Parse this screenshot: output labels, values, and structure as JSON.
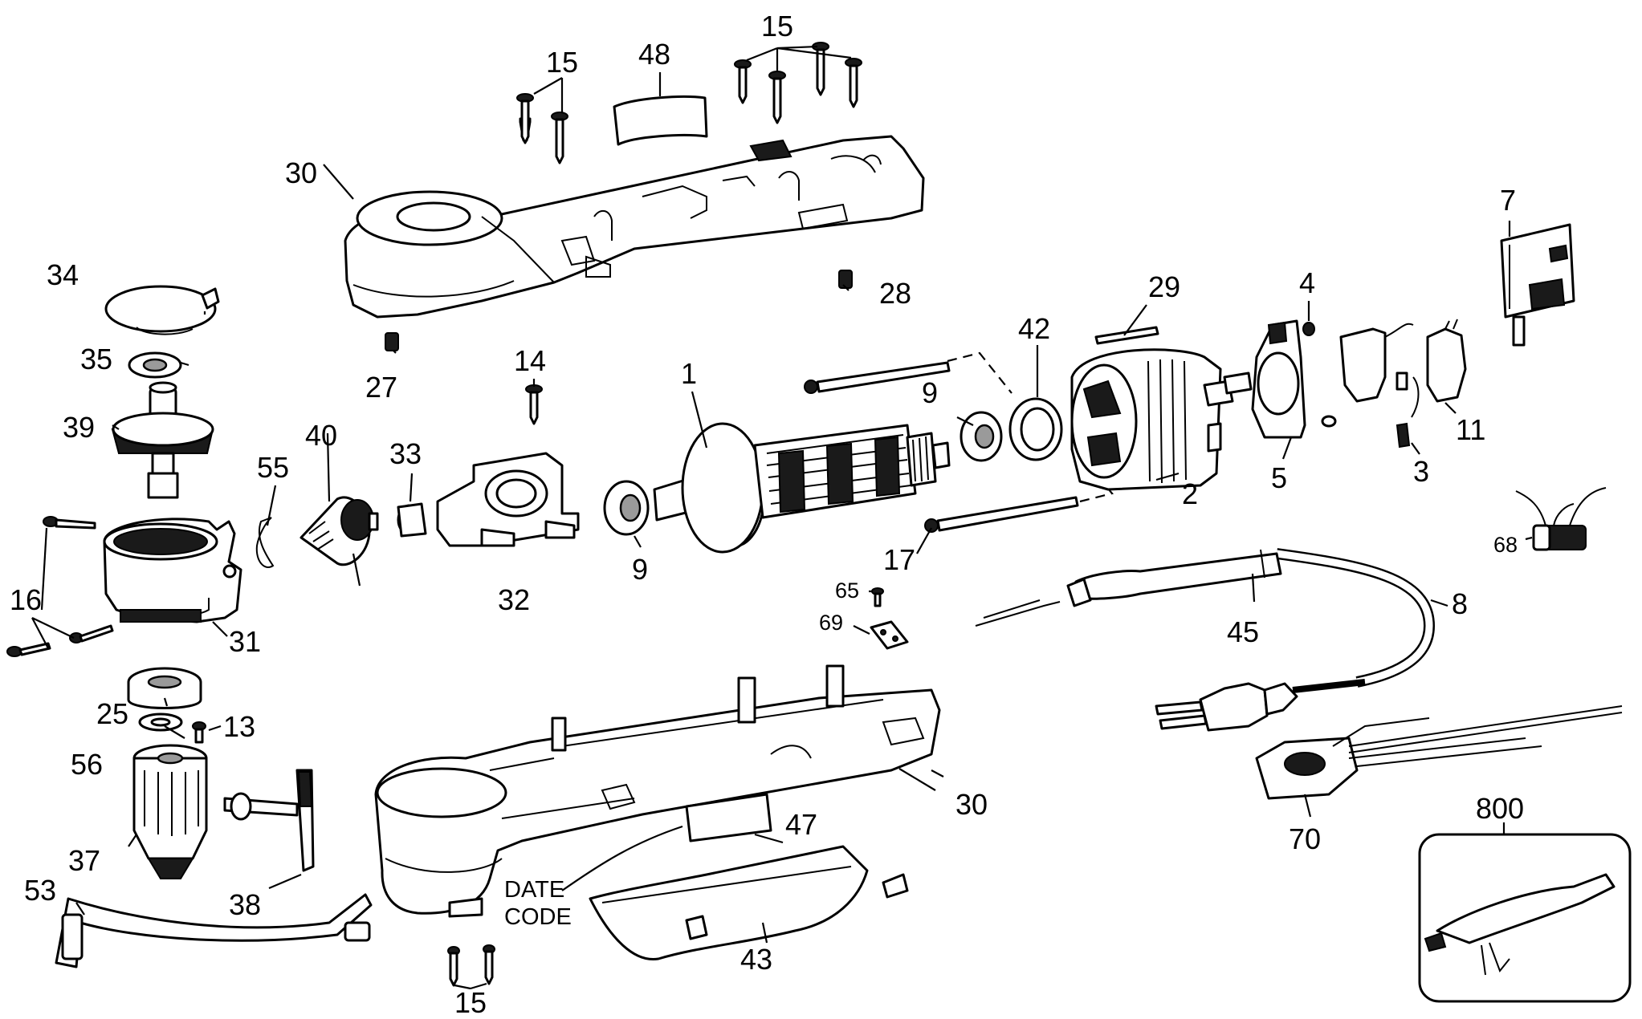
{
  "diagram": {
    "labels": {
      "l1": "1",
      "l2": "2",
      "l3": "3",
      "l4": "4",
      "l5": "5",
      "l7": "7",
      "l8": "8",
      "l9a": "9",
      "l9b": "9",
      "l11": "11",
      "l13": "13",
      "l14": "14",
      "l15a": "15",
      "l15b": "15",
      "l15c": "15",
      "l16": "16",
      "l17": "17",
      "l25": "25",
      "l27": "27",
      "l28": "28",
      "l29": "29",
      "l30a": "30",
      "l30b": "30",
      "l31": "31",
      "l32": "32",
      "l33": "33",
      "l34": "34",
      "l35": "35",
      "l37": "37",
      "l38": "38",
      "l39": "39",
      "l40": "40",
      "l42": "42",
      "l43": "43",
      "l45": "45",
      "l47": "47",
      "l48": "48",
      "l53": "53",
      "l55": "55",
      "l56": "56",
      "l65": "65",
      "l68": "68",
      "l69": "69",
      "l70": "70",
      "l800": "800",
      "date_code_line1": "DATE",
      "date_code_line2": "CODE"
    }
  }
}
